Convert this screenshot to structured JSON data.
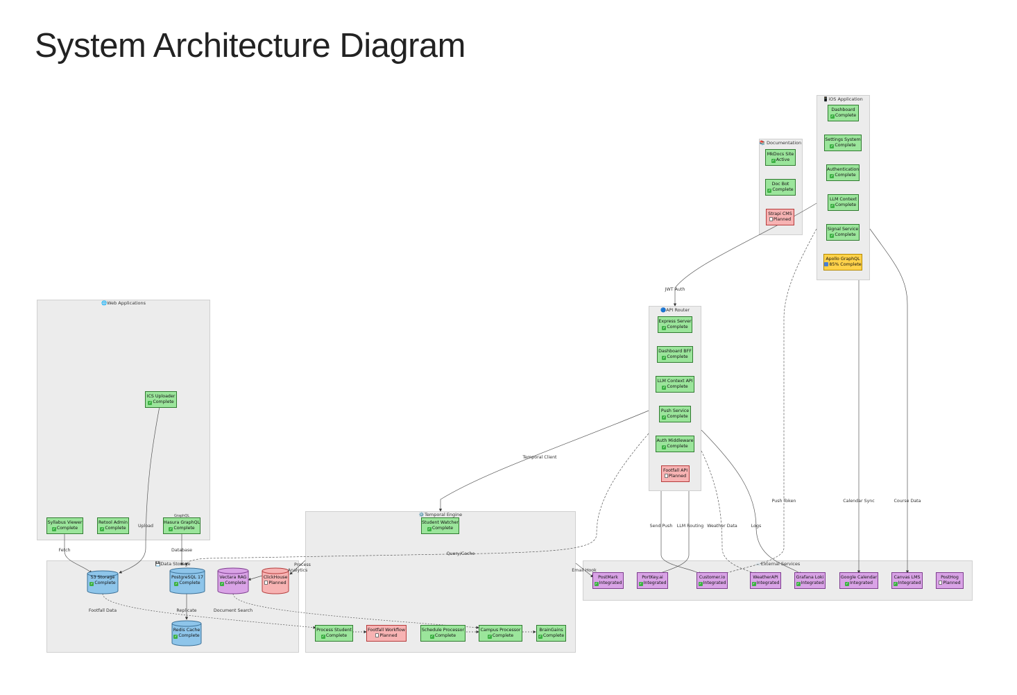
{
  "title": "System Architecture Diagram",
  "groups": {
    "ios": "📱iOS Application",
    "docs": "📚 Documentation",
    "web": "🌐Web Applications",
    "api": "🔵API Router",
    "temporal": "⚙️Temporal Engine",
    "storage": "💾Data Storage",
    "external": "☁️External Services"
  },
  "nodes": {
    "ios_dashboard": {
      "name": "Dashboard",
      "status": "Complete"
    },
    "ios_settings": {
      "name": "Settings System",
      "status": "Complete"
    },
    "ios_auth": {
      "name": "Authentication",
      "status": "Complete"
    },
    "ios_llm": {
      "name": "LLM Context",
      "status": "Complete"
    },
    "ios_signal": {
      "name": "Signal Service",
      "status": "Complete"
    },
    "ios_apollo": {
      "name": "Apollo GraphQL",
      "status": "85% Complete"
    },
    "doc_mkdocs": {
      "name": "MkDocs Site",
      "status": "Active"
    },
    "doc_bot": {
      "name": "Doc Bot",
      "status": "Complete"
    },
    "doc_strapi": {
      "name": "Strapi CMS",
      "status": "Planned"
    },
    "api_express": {
      "name": "Express Server",
      "status": "Complete"
    },
    "api_bff": {
      "name": "Dashboard BFF",
      "status": "Complete"
    },
    "api_llm": {
      "name": "LLM Context API",
      "status": "Complete"
    },
    "api_push": {
      "name": "Push Service",
      "status": "Complete"
    },
    "api_authmw": {
      "name": "Auth Middleware",
      "status": "Complete"
    },
    "api_footfall": {
      "name": "Footfall API",
      "status": "Planned"
    },
    "web_ics": {
      "name": "ICS Uploader",
      "status": "Complete"
    },
    "web_syllabus": {
      "name": "Syllabus Viewer",
      "status": "Complete"
    },
    "web_retool": {
      "name": "Retool Admin",
      "status": "Complete"
    },
    "web_hasura": {
      "name": "Hasura GraphQL",
      "status": "Complete"
    },
    "web_hasura_tag": "GraphQL",
    "tmp_watcher": {
      "name": "Student Watcher",
      "status": "Complete"
    },
    "tmp_process": {
      "name": "Process Student",
      "status": "Complete"
    },
    "tmp_footfall": {
      "name": "Footfall Workflow",
      "status": "Planned"
    },
    "tmp_schedule": {
      "name": "Schedule Processor",
      "status": "Complete"
    },
    "tmp_campus": {
      "name": "Campus Processor",
      "status": "Complete"
    },
    "tmp_brain": {
      "name": "BrainGains",
      "status": "Complete"
    },
    "db_s3": {
      "name": "S3 Storage",
      "status": "Complete"
    },
    "db_pg": {
      "name": "PostgreSQL 17",
      "status": "Complete"
    },
    "db_vectara": {
      "name": "Vectara RAG",
      "status": "Complete"
    },
    "db_clickhouse": {
      "name": "ClickHouse",
      "status": "Planned"
    },
    "db_redis": {
      "name": "Redis Cache",
      "status": "Complete"
    },
    "ext_postmark": {
      "name": "PostMark",
      "status": "Integrated"
    },
    "ext_portkey": {
      "name": "PortKey.ai",
      "status": "Integrated"
    },
    "ext_customerio": {
      "name": "Customer.io",
      "status": "Integrated"
    },
    "ext_weather": {
      "name": "WeatherAPI",
      "status": "Integrated"
    },
    "ext_loki": {
      "name": "Grafana Loki",
      "status": "Integrated"
    },
    "ext_gcal": {
      "name": "Google Calendar",
      "status": "Integrated"
    },
    "ext_canvas": {
      "name": "Canvas LMS",
      "status": "Integrated"
    },
    "ext_posthog": {
      "name": "PostHog",
      "status": "Planned"
    }
  },
  "edge_labels": {
    "jwt": "JWT Auth",
    "temporal_client": "Temporal Client",
    "push_token": "Push Token",
    "calendar_sync": "Calendar Sync",
    "course_data": "Course Data",
    "send_push": "Send Push",
    "llm_routing": "LLM Routing",
    "weather_data": "Weather Data",
    "logs": "Logs",
    "upload": "Upload",
    "fetch": "Fetch",
    "database": "Database",
    "query_cache": "Query/Cache",
    "email_hook": "Email Hook",
    "process": "Process",
    "analytics": "Analytics",
    "footfall_data": "Footfall Data",
    "replicate": "Replicate",
    "document_search": "Document Search"
  },
  "colors": {
    "complete_fill": "#9be59b",
    "planned_fill": "#f7b3b3",
    "progress_fill": "#ffd24a",
    "external_fill": "#d9a3e6",
    "storage_fill": "#8ec5ea",
    "group_fill": "#ececec"
  }
}
